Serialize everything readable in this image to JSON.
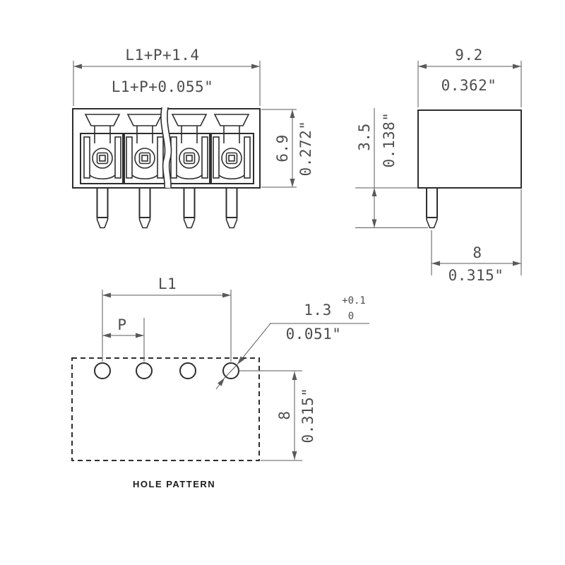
{
  "front_view": {
    "dim_width_mm": "L1+P+1.4",
    "dim_width_inch": "L1+P+0.055\"",
    "dim_height_mm": "6.9",
    "dim_height_inch": "0.272\"",
    "position_count": 4
  },
  "side_view": {
    "dim_width_mm": "9.2",
    "dim_width_inch": "0.362\"",
    "dim_pin_length_mm": "3.5",
    "dim_pin_length_inch": "0.138\"",
    "dim_pin_to_face_mm": "8",
    "dim_pin_to_face_inch": "0.315\""
  },
  "hole_pattern": {
    "dim_span_label": "L1",
    "dim_pitch_label": "P",
    "dim_hole_dia_mm": "1.3",
    "dim_hole_dia_tol_upper": "+0.1",
    "dim_hole_dia_tol_lower": "0",
    "dim_hole_dia_inch": "0.051\"",
    "dim_row_offset_mm": "8",
    "dim_row_offset_inch": "0.315\"",
    "caption": "HOLE PATTERN",
    "hole_count": 4
  },
  "colors": {
    "line": "#2e2e2e",
    "dimension": "#5a5a5a",
    "background": "#ffffff"
  }
}
